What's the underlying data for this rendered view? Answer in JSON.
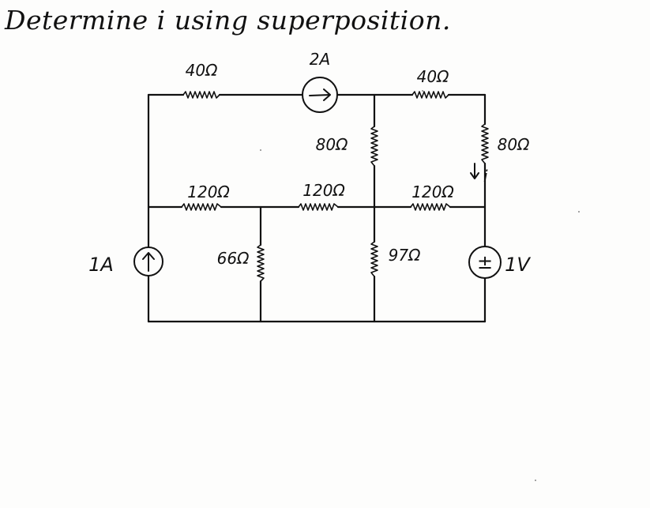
{
  "title": "Determine i using superposition.",
  "labels": {
    "r_top_left": "40Ω",
    "src_top": "2A",
    "r_top_right": "40Ω",
    "r_mid_vert": "80Ω",
    "r_right_vert": "80Ω",
    "current_i": "i",
    "r_mid_left": "120Ω",
    "r_mid_center": "120Ω",
    "r_mid_right": "120Ω",
    "src_left": "1A",
    "r_66": "66Ω",
    "r_97": "97Ω",
    "src_right": "1V",
    "src_right_sign": "±"
  },
  "colors": {
    "ink": "#111111",
    "paper": "#fdfdfc"
  }
}
